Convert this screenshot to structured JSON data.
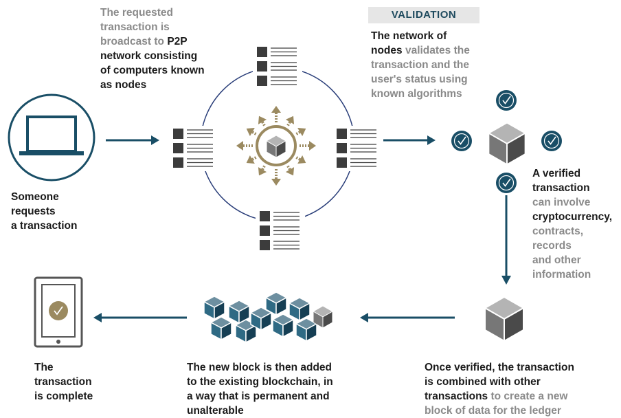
{
  "steps": {
    "request": {
      "lines": [
        [
          {
            "t": "Someone",
            "c": "k"
          }
        ],
        [
          {
            "t": "requests",
            "c": "k"
          }
        ],
        [
          {
            "t": "a transaction",
            "c": "k"
          }
        ]
      ]
    },
    "broadcast": {
      "lines": [
        [
          {
            "t": "The requested",
            "c": "g"
          }
        ],
        [
          {
            "t": "transaction is",
            "c": "g"
          }
        ],
        [
          {
            "t": "broadcast to ",
            "c": "g"
          },
          {
            "t": "P2P",
            "c": "k"
          }
        ],
        [
          {
            "t": "network consisting",
            "c": "k"
          }
        ],
        [
          {
            "t": "of computers known",
            "c": "k"
          }
        ],
        [
          {
            "t": "as nodes",
            "c": "k"
          }
        ]
      ]
    },
    "validation": {
      "badge": "VALIDATION",
      "lines": [
        [
          {
            "t": "The network of",
            "c": "k"
          }
        ],
        [
          {
            "t": "nodes ",
            "c": "k"
          },
          {
            "t": "validates the",
            "c": "g"
          }
        ],
        [
          {
            "t": "transaction and the",
            "c": "g"
          }
        ],
        [
          {
            "t": "user's status using",
            "c": "g"
          }
        ],
        [
          {
            "t": "known algorithms",
            "c": "g"
          }
        ]
      ]
    },
    "verified": {
      "lines": [
        [
          {
            "t": "A verified",
            "c": "k"
          }
        ],
        [
          {
            "t": "transaction",
            "c": "k"
          }
        ],
        [
          {
            "t": "can involve",
            "c": "g"
          }
        ],
        [
          {
            "t": "cryptocurrency,",
            "c": "k"
          }
        ],
        [
          {
            "t": "contracts,",
            "c": "g"
          }
        ],
        [
          {
            "t": "records",
            "c": "g"
          }
        ],
        [
          {
            "t": "and other",
            "c": "g"
          }
        ],
        [
          {
            "t": "information",
            "c": "g"
          }
        ]
      ]
    },
    "combined": {
      "lines": [
        [
          {
            "t": "Once verified, the transaction",
            "c": "k"
          }
        ],
        [
          {
            "t": "is combined with other",
            "c": "k"
          }
        ],
        [
          {
            "t": "transactions ",
            "c": "k"
          },
          {
            "t": "to create a new",
            "c": "g"
          }
        ],
        [
          {
            "t": "block of data for the ledger",
            "c": "g"
          }
        ]
      ]
    },
    "added": {
      "lines": [
        [
          {
            "t": "The new block is then added",
            "c": "k"
          }
        ],
        [
          {
            "t": "to the existing blockchain, in",
            "c": "k"
          }
        ],
        [
          {
            "t": "a way that is permanent and",
            "c": "k"
          }
        ],
        [
          {
            "t": "unalterable",
            "c": "k"
          }
        ]
      ]
    },
    "complete": {
      "lines": [
        [
          {
            "t": "The",
            "c": "k"
          }
        ],
        [
          {
            "t": "transaction",
            "c": "k"
          }
        ],
        [
          {
            "t": "is complete",
            "c": "k"
          }
        ]
      ]
    }
  },
  "colors": {
    "teal": "#194e66",
    "gold": "#9b8a60",
    "node_dark": "#3c3c3c",
    "cube_light": "#b4b4b4",
    "cube_mid": "#777777",
    "cube_dark": "#4a4a4a",
    "gray_text": "#8a8a8a",
    "circle": "#1f3f80"
  },
  "icons": [
    "laptop-icon",
    "node-list-icon",
    "cube-icon",
    "check-badge-icon",
    "phone-icon",
    "blockchain-icon",
    "arrow-icon"
  ]
}
